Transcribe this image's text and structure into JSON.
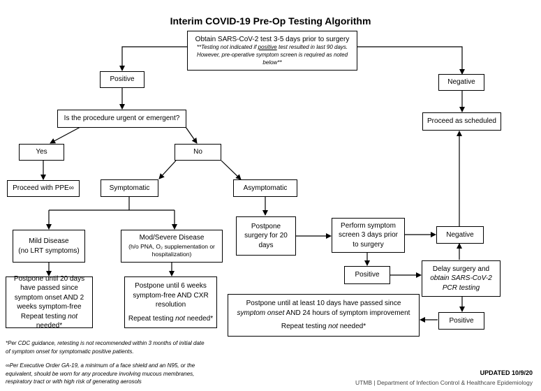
{
  "title": "Interim COVID-19 Pre-Op Testing Algorithm",
  "start": {
    "line1": "Obtain SARS-CoV-2 test 3-5 days prior to surgery",
    "note_pre": "**Testing not indicated if ",
    "note_em": "positive",
    "note_post": " test resulted in last 90 days. However, pre-operative symptom screen is required as noted below**"
  },
  "positive_top": "Positive",
  "negative_top": "Negative",
  "question": "Is the procedure urgent or emergent?",
  "yes": "Yes",
  "no": "No",
  "ppe": "Proceed with PPE∞",
  "proceed": "Proceed as scheduled",
  "symptomatic": "Symptomatic",
  "asymptomatic": "Asymptomatic",
  "mild": {
    "line1": "Mild Disease",
    "line2": "(no LRT symptoms)"
  },
  "modsev": {
    "line1": "Mod/Severe Disease",
    "line2": "(h/o PNA, O₂ supplementation or hospitalization)"
  },
  "postpone20days": "Postpone surgery for 20 days",
  "perform_screen": "Perform symptom screen 3 days prior to surgery",
  "negative_mid": "Negative",
  "positive_mid": "Positive",
  "delay": {
    "line1": "Delay surgery and",
    "line2": "obtain SARS-CoV-2 PCR testing"
  },
  "positive_low": "Positive",
  "postpone_mild": {
    "line1": "Postpone until 20 days have passed since symptom onset AND 2 weeks symptom-free",
    "repeat_pre": "Repeat testing ",
    "repeat_em": "not",
    "repeat_post": " needed*"
  },
  "postpone_mod": {
    "line1": "Postpone until 6 weeks symptom-free AND CXR resolution",
    "repeat_pre": "Repeat testing ",
    "repeat_em": "not",
    "repeat_post": " needed*"
  },
  "postpone_10": {
    "line1": "Postpone until at least 10 days have passed since",
    "line2_em": "symptom onset",
    "line2_post": " AND 24 hours of symptom improvement",
    "repeat_pre": "Repeat testing ",
    "repeat_em": "not",
    "repeat_post": " needed*"
  },
  "footnote1": "*Per CDC guidance, retesting is not recommended within 3 months of initial date of symptom onset for symptomatic positive patients.",
  "footnote2": "∞Per Executive Order GA-19, a minimum of a face shield and an N95, or the equivalent, should be worn for any procedure involving mucous membranes, respiratory tract or with high risk of generating aerosols",
  "updated": "UPDATED 10/9/20",
  "dept": "UTMB | Department of Infection Control & Healthcare Epidemiology"
}
